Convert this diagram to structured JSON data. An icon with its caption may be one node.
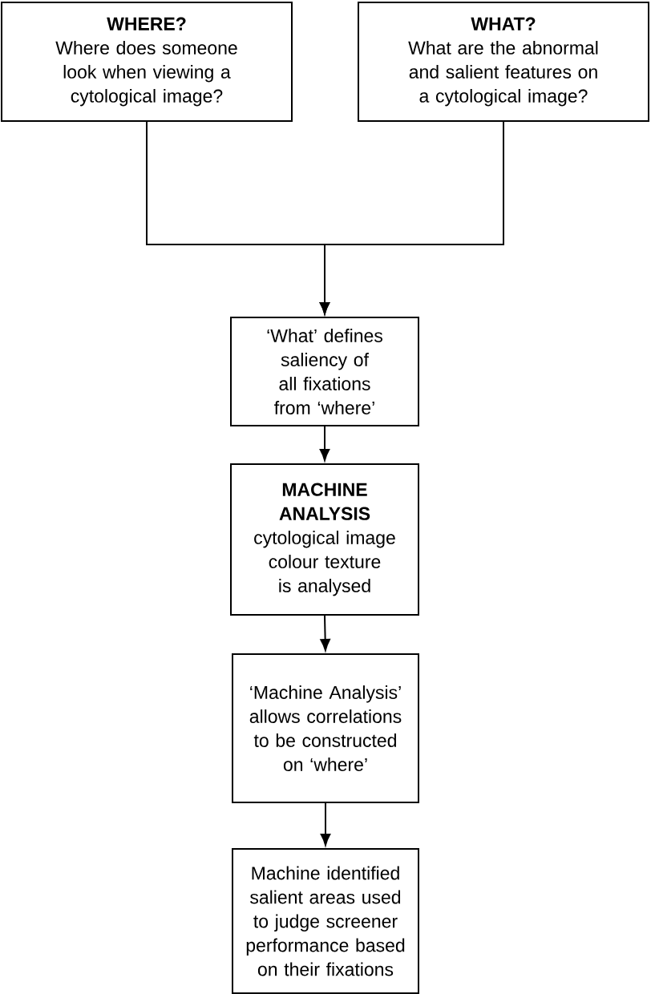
{
  "diagram": {
    "nodes": [
      {
        "text": [
          "WHERE?",
          "Where does someone look when viewing a cytological image?"
        ]
      },
      {
        "text": [
          "WHAT?",
          "What are the abnormal and salient features on a cytological image?"
        ]
      },
      {
        "text": [
          "‘What’ defines saliency of all fixations from ‘where’"
        ]
      },
      {
        "text": [
          "MACHINE ANALYSIS",
          "cytological image colour texture is analysed"
        ]
      },
      {
        "text": [
          "‘Machine Analysis’ allows correlations to be constructed on ‘where’"
        ]
      },
      {
        "text": [
          "Machine identified salient areas used to judge screener performance based on their fixations"
        ]
      }
    ],
    "edges": [
      {
        "from": 0,
        "to": 2,
        "arrow": "to"
      },
      {
        "from": 1,
        "to": 2,
        "arrow": "to"
      },
      {
        "from": 2,
        "to": 3,
        "arrow": "to"
      },
      {
        "from": 3,
        "to": 4,
        "arrow": "to"
      },
      {
        "from": 4,
        "to": 5,
        "arrow": "to"
      }
    ]
  }
}
